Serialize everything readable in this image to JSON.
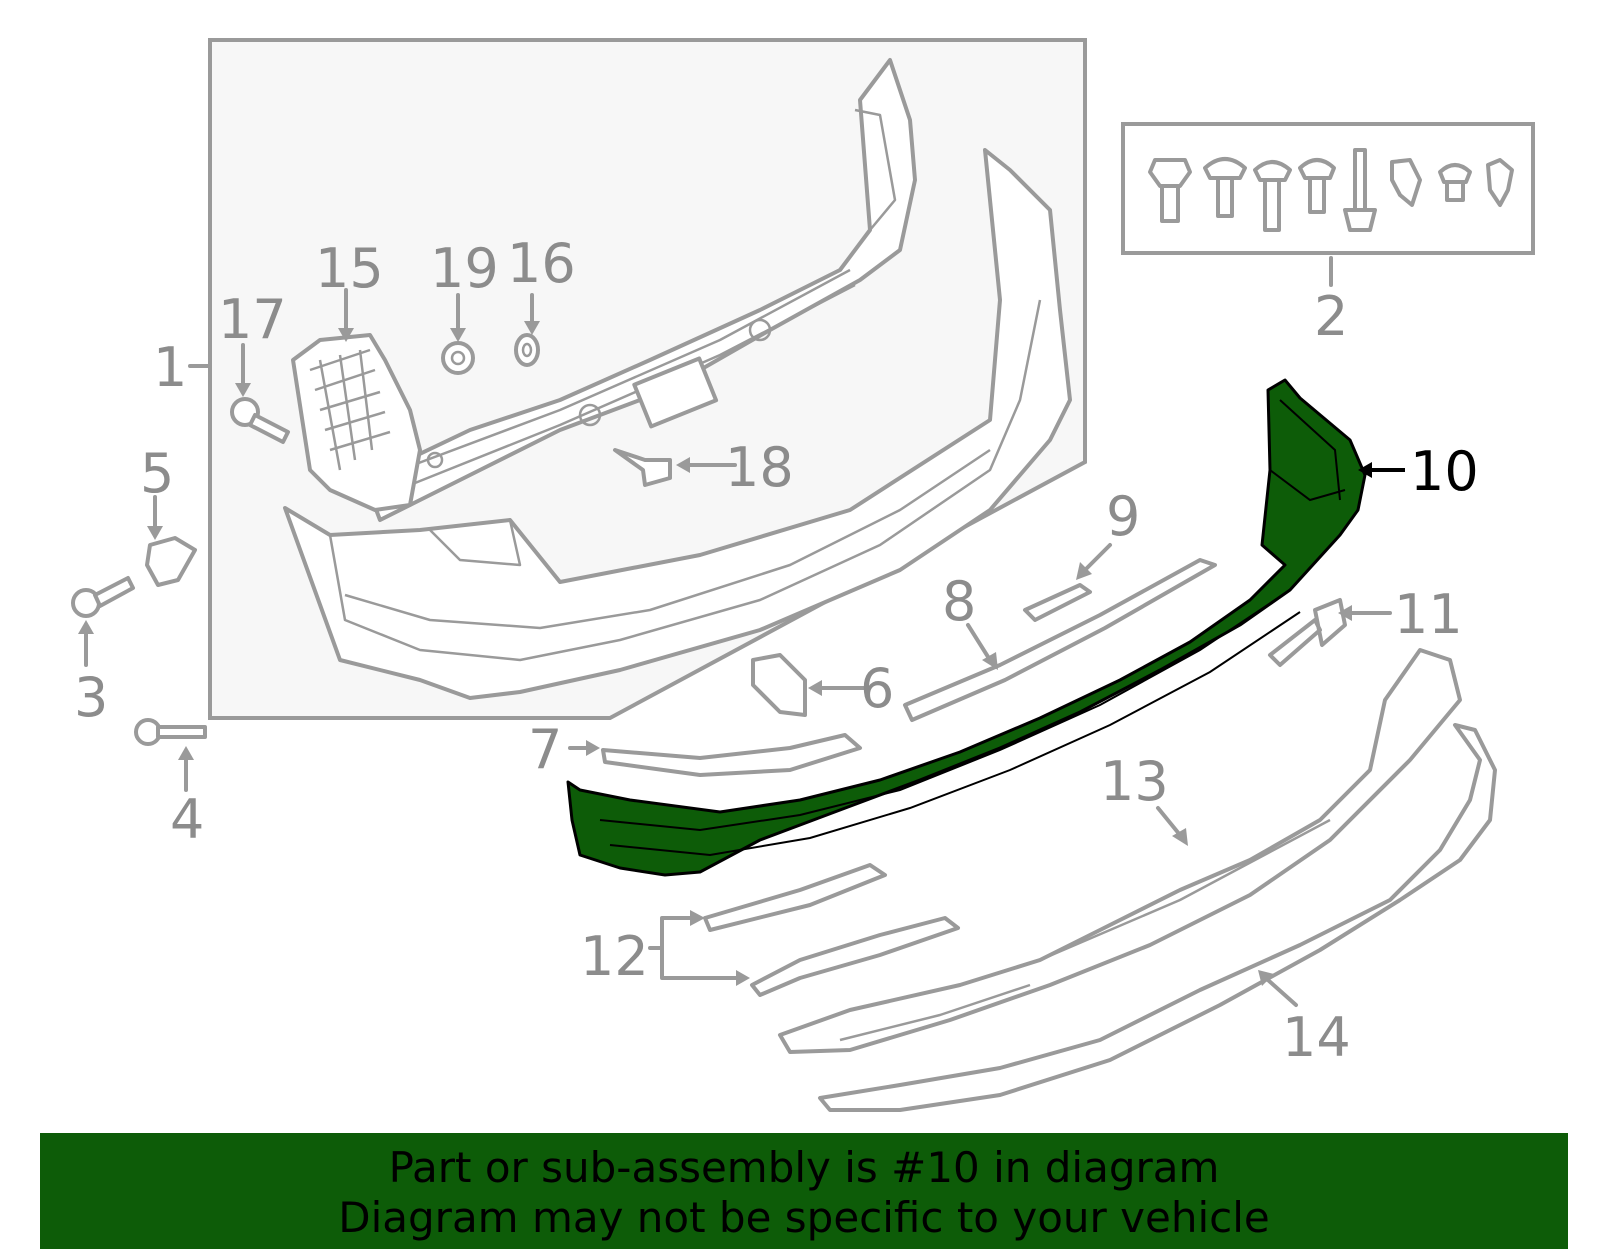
{
  "callouts": {
    "c1": "1",
    "c2": "2",
    "c3": "3",
    "c4": "4",
    "c5": "5",
    "c6": "6",
    "c7": "7",
    "c8": "8",
    "c9": "9",
    "c10": "10",
    "c11": "11",
    "c12": "12",
    "c13": "13",
    "c14": "14",
    "c15": "15",
    "c16": "16",
    "c17": "17",
    "c18": "18",
    "c19": "19"
  },
  "highlight": {
    "part": "10",
    "fill_color": "#0d5c08",
    "outline_color": "#000000"
  },
  "footer": {
    "line1": "Part or sub-assembly is #10 in diagram",
    "line2": "Diagram may not be specific to your vehicle",
    "background_color": "#0d5c08"
  }
}
